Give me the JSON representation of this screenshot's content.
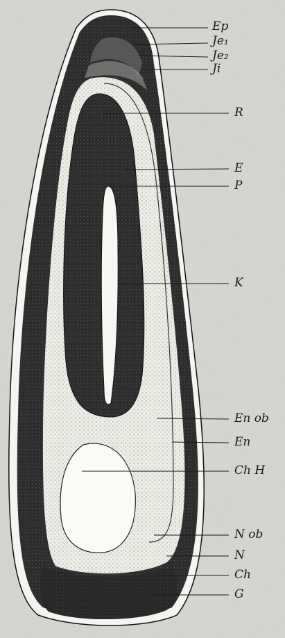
{
  "labels": {
    "Ep": "Ep",
    "Je1": "Je₁",
    "Je2": "Je₂",
    "Ji": "Ji",
    "R": "R",
    "E": "E",
    "P": "P",
    "K": "K",
    "EnOb": "En ob",
    "En": "En",
    "ChH": "Ch H",
    "NOb": "N ob",
    "N": "N",
    "Ch": "Ch",
    "G": "G"
  },
  "colors": {
    "background": "#d8d8d4",
    "ink": "#1a1a1a",
    "dark_tissue": "#2a2a2a",
    "light_tissue": "#e9e9e4"
  }
}
